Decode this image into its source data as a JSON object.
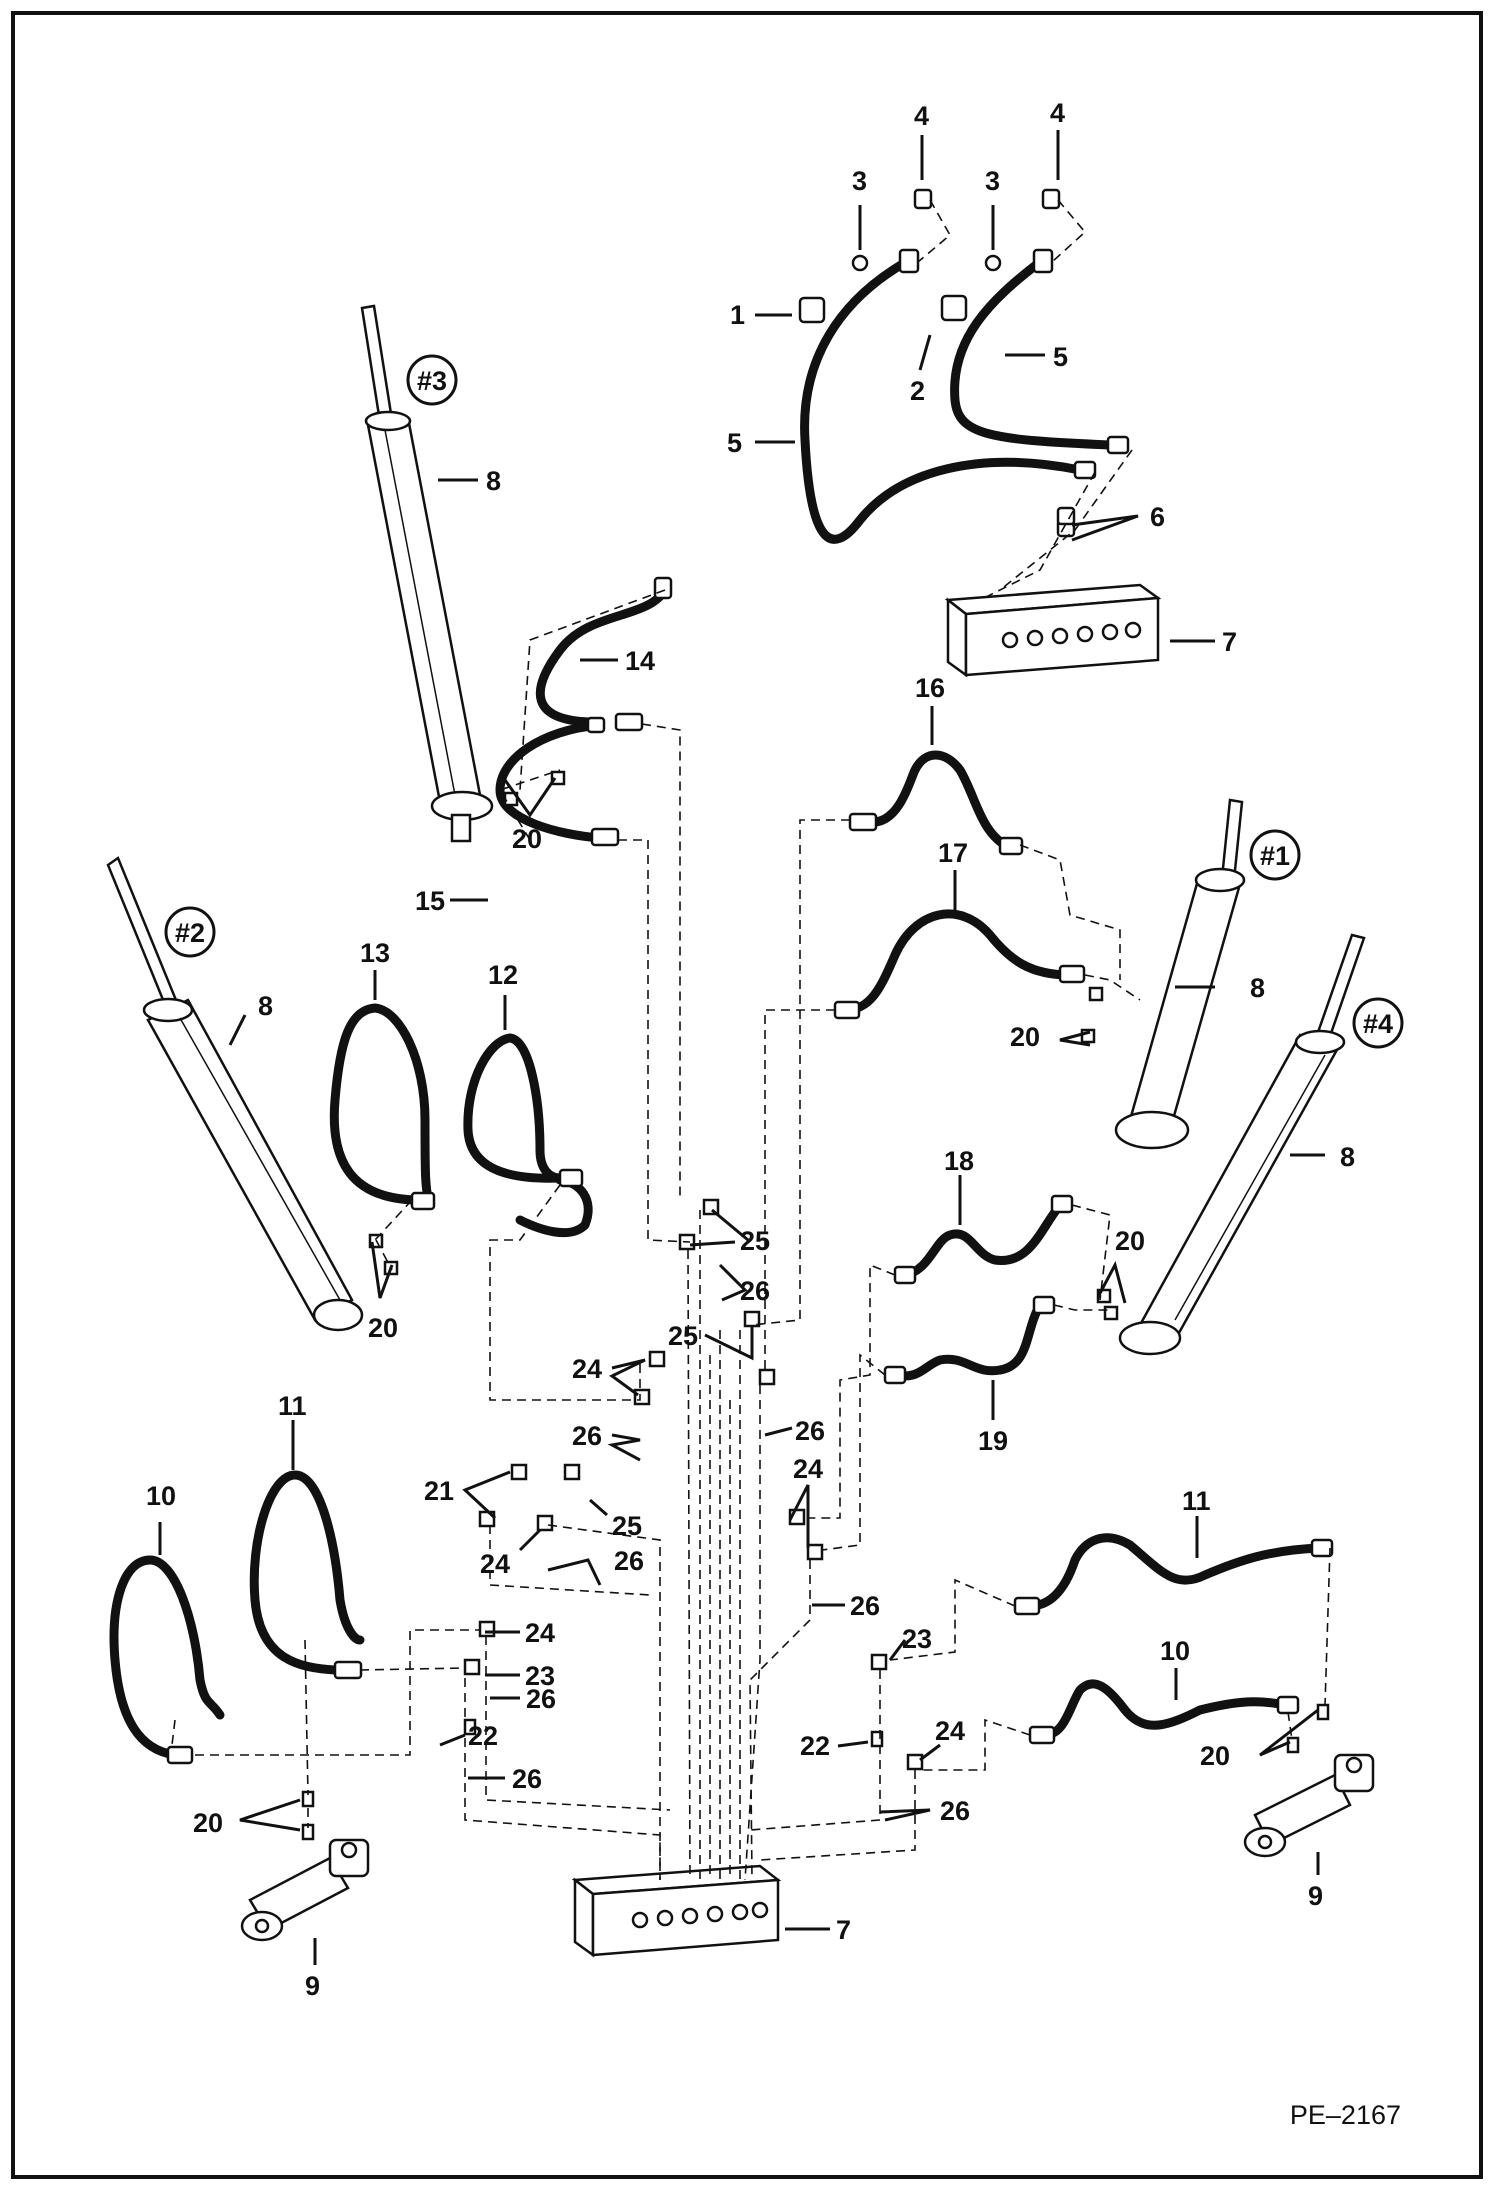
{
  "figure_id": "PE–2167",
  "callouts": {
    "c1": "1",
    "c2": "2",
    "c3a": "3",
    "c3b": "3",
    "c4a": "4",
    "c4b": "4",
    "c5a": "5",
    "c5b": "5",
    "c6": "6",
    "c7top": "7",
    "c7bot": "7",
    "c8a": "8",
    "c8b": "8",
    "c8c": "8",
    "c8d": "8",
    "c9l": "9",
    "c9r": "9",
    "c10l": "10",
    "c10r": "10",
    "c11l": "11",
    "c11r": "11",
    "c12": "12",
    "c13": "13",
    "c14": "14",
    "c15": "15",
    "c16": "16",
    "c17": "17",
    "c18": "18",
    "c19": "19",
    "c20a": "20",
    "c20b": "20",
    "c20c": "20",
    "c20d": "20",
    "c20e": "20",
    "c20f": "20",
    "c21": "21",
    "c22l": "22",
    "c22r": "22",
    "c23l": "23",
    "c23r": "23",
    "c24a": "24",
    "c24b": "24",
    "c24c": "24",
    "c24d": "24",
    "c24e": "24",
    "c25a": "25",
    "c25b": "25",
    "c25c": "25",
    "c26a": "26",
    "c26b": "26",
    "c26c": "26",
    "c26d": "26",
    "c26e": "26",
    "c26f": "26",
    "c26g": "26",
    "c26h": "26"
  },
  "cylinder_labels": {
    "cyl1": "#1",
    "cyl2": "#2",
    "cyl3": "#3",
    "cyl4": "#4"
  }
}
